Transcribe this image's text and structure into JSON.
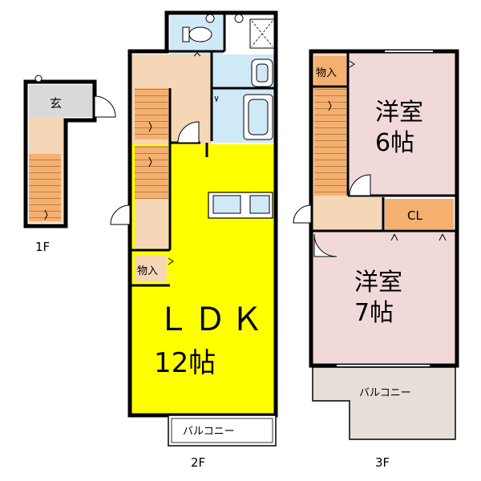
{
  "floor1": {
    "label": "1F",
    "entrance": "玄"
  },
  "floor2": {
    "label": "2F",
    "storage": "物入",
    "ldk_name": "ＬＤＫ",
    "ldk_size": "12帖",
    "balcony": "バルコニー"
  },
  "floor3": {
    "label": "3F",
    "storage": "物入",
    "room1_name": "洋室",
    "room1_size": "6帖",
    "room2_name": "洋室",
    "room2_size": "7帖",
    "closet": "CL",
    "balcony": "バルコニー"
  },
  "colors": {
    "wall": "#000000",
    "ldk": "#ffff00",
    "wood": "#f5d6b6",
    "stairs": "#f5b070",
    "wet": "#cfe9f7",
    "bedroom": "#f2d9d9",
    "closet": "#f5b070",
    "entrance": "#d9d9d9",
    "balcony": "#e6dfd8"
  }
}
